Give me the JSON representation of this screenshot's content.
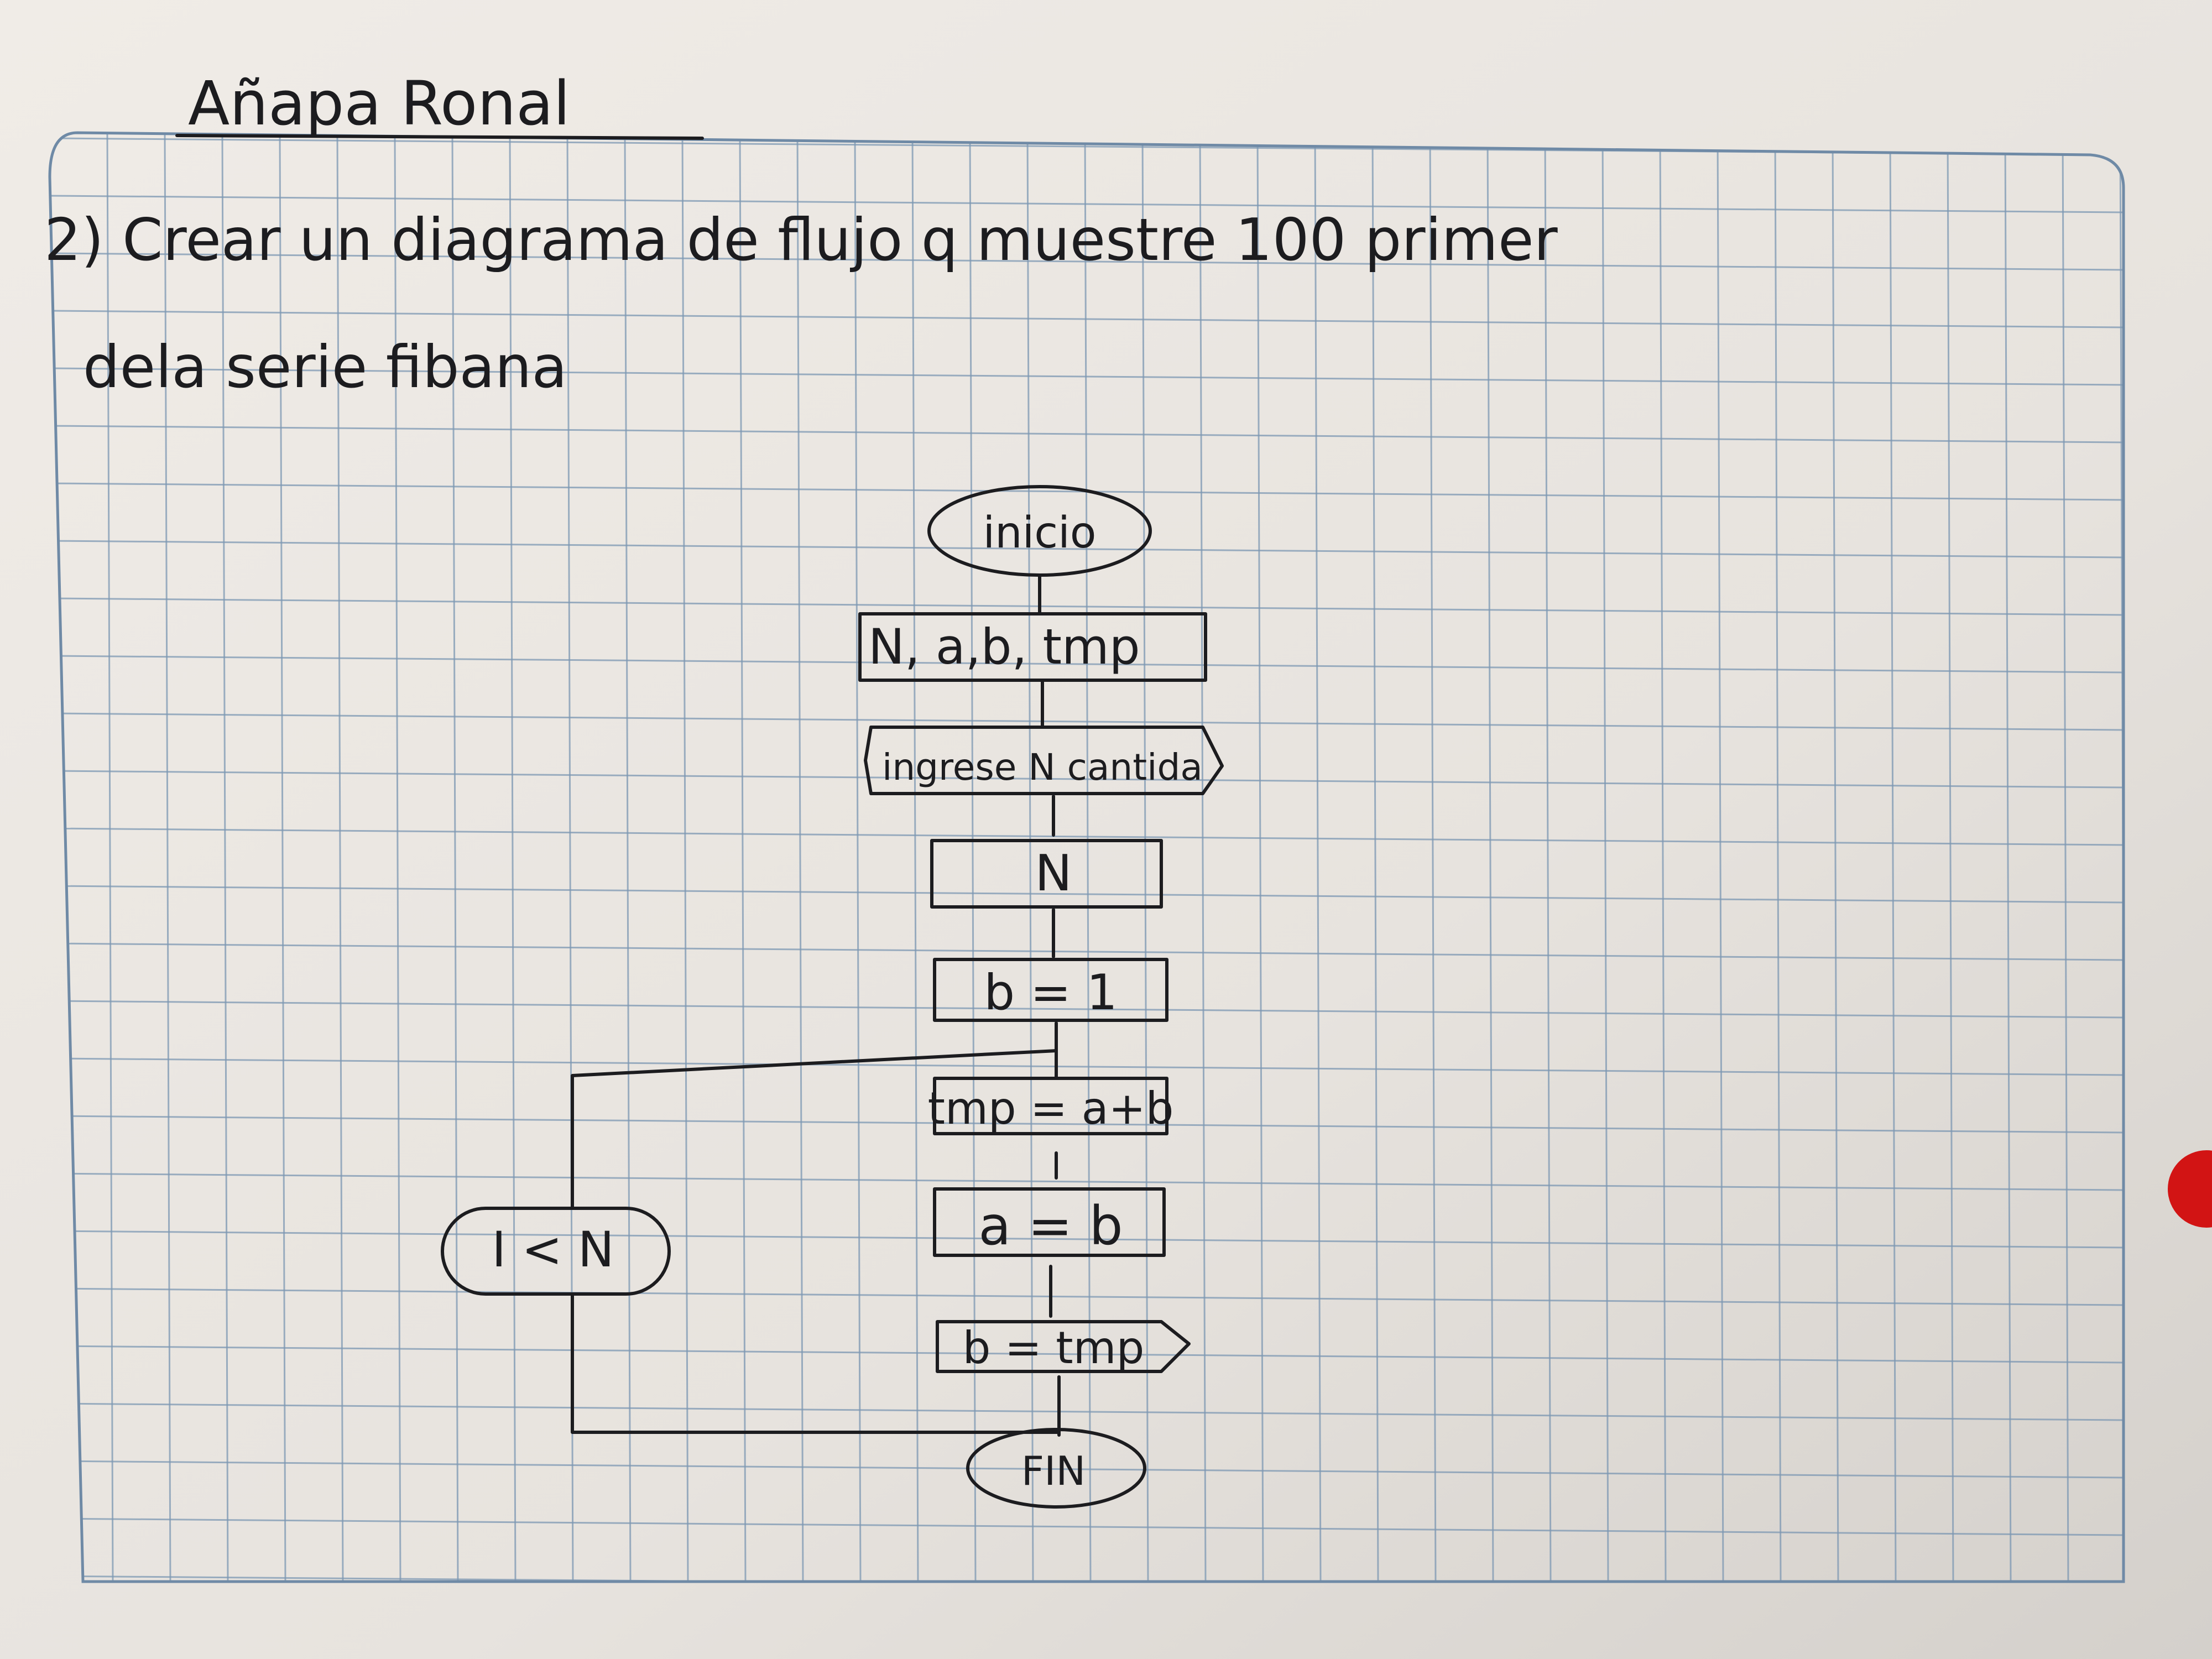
{
  "author_name": "Añapa Ronal",
  "problem": {
    "line1": "2) Crear un diagrama de flujo q muestre 100 primer",
    "line2": "dela serie fibana"
  },
  "flowchart": {
    "start": "inicio",
    "declare": "N, a,b, tmp",
    "prompt": "ingrese N cantida",
    "input": "N",
    "assign_b": "b = 1",
    "assign_tmp": "tmp = a+b",
    "assign_a": "a = b",
    "assign_b_tmp": "b = tmp",
    "condition": "I < N",
    "end": "FIN"
  },
  "colors": {
    "paper": "#ebe7e2",
    "grid": "#7d98b3",
    "ink": "#1c1c1f",
    "pin": "#d21414",
    "background": "#d9d6d2"
  }
}
